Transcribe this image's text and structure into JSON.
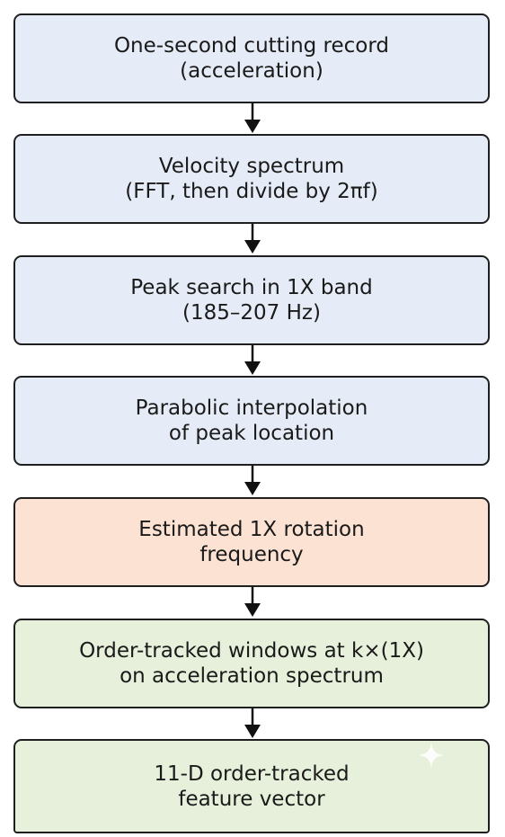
{
  "colors": {
    "blue_fill": "#e6ecf7",
    "orange_fill": "#fbe2d2",
    "green_fill": "#e6f0da",
    "border": "#1f1f1f",
    "arrow": "#111111"
  },
  "steps": [
    {
      "line1": "One-second cutting record",
      "line2": "(acceleration)",
      "color": "blue_fill"
    },
    {
      "line1": "Velocity spectrum",
      "line2": "(FFT, then divide by 2πf)",
      "color": "blue_fill"
    },
    {
      "line1": "Peak search in 1X band",
      "line2": "(185–207 Hz)",
      "color": "blue_fill"
    },
    {
      "line1": "Parabolic interpolation",
      "line2": "of peak location",
      "color": "blue_fill"
    },
    {
      "line1": "Estimated 1X rotation",
      "line2": "frequency",
      "color": "orange_fill"
    },
    {
      "line1": "Order-tracked windows at k×(1X)",
      "line2": "on acceleration spectrum",
      "color": "green_fill"
    },
    {
      "line1": "11-D order-tracked",
      "line2": "feature vector",
      "color": "green_fill"
    }
  ],
  "icons": {
    "arrow": "down-arrow-icon",
    "watermark": "sparkle-icon"
  }
}
